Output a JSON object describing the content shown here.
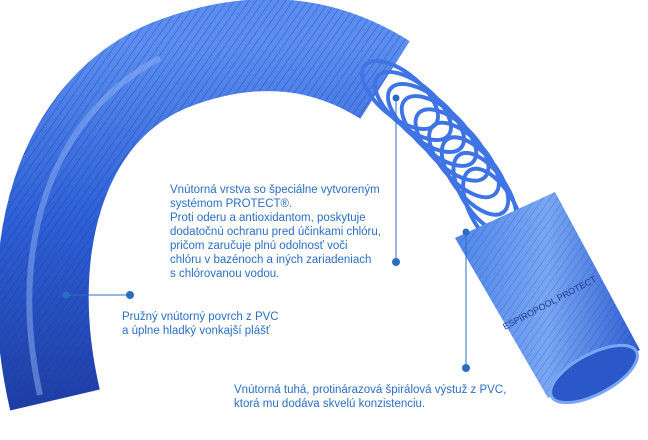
{
  "image_alt": "Modrá flexibilná bazénová hadica s popisom vrstiev",
  "product_print": "ESPIROPOOL PROTECT",
  "colors": {
    "accent": "#2a6ec2",
    "hose_dark": "#1f3fa6",
    "hose_main": "#2d5fd6",
    "hose_light": "#5b8ef0",
    "leader": "#2a6ec2"
  },
  "callouts": {
    "inner_layer": {
      "lines": [
        "Vnútorná vrstva so špeciálne vytvoreným",
        "systémom PROTECT®.",
        "Proti oderu a antioxidantom, poskytuje",
        "dodatočnú ochranu pred účinkami chlóru,",
        "pričom zaručuje plnú odolnosť voči",
        "chlóru v bazénoch a iných zariadeniach",
        "s chlórovanou vodou."
      ]
    },
    "surface": {
      "lines": [
        "Pružný vnútorný povrch z PVC",
        "a úplne hladký vonkajší plášť"
      ]
    },
    "spiral": {
      "lines": [
        "Vnútorná tuhá, protinárazová špirálová výstuž z PVC,",
        "ktorá mu dodáva skvelú konzistenciu."
      ]
    }
  }
}
